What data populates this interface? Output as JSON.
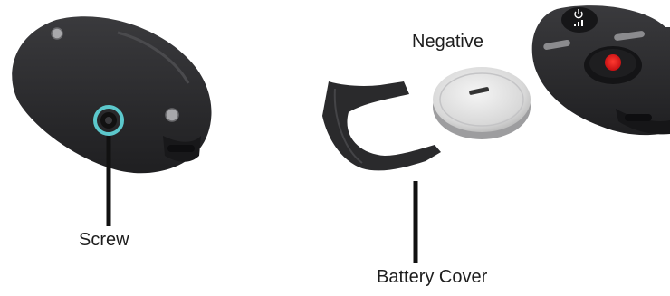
{
  "labels": {
    "screw": "Screw",
    "negative": "Negative",
    "battery_cover": "Battery Cover"
  },
  "colors": {
    "device_body": "#2c2c2e",
    "screw_highlight": "#5cc8cc",
    "button_red": "#e8141a",
    "coin_cell": "#d9d9d9",
    "leader_line": "#111111"
  },
  "icons": [
    "power-icon",
    "signal-icon"
  ],
  "coin_cell_symbol": "−"
}
